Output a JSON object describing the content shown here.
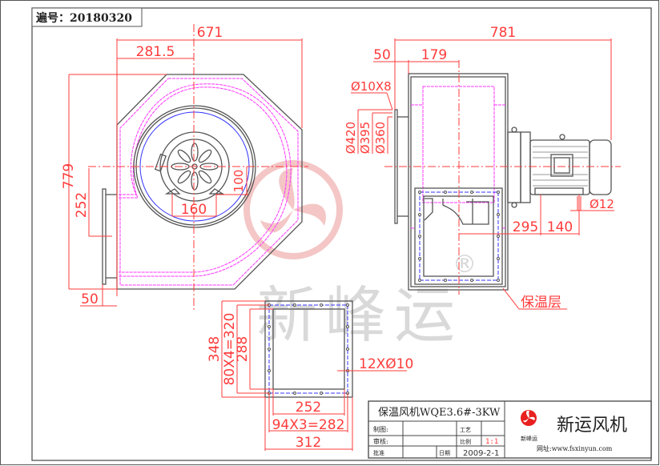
{
  "serial": {
    "label": "遍号：",
    "value": "20180320"
  },
  "colors": {
    "dimension": "#ff3b3b",
    "insulation": "#ff33ff",
    "bolt_circle": "#3333ff",
    "outline": "#555555",
    "watermark": "#f4c6c6"
  },
  "front_view": {
    "overall_width": "671",
    "inlet_offset": "281.5",
    "overall_height": "779",
    "outlet_height": "252",
    "flange_depth": "50",
    "motor_mount_width": "160",
    "motor_mount_height": "100"
  },
  "side_view": {
    "overall_length": "781",
    "flange_depth": "50",
    "inlet_length": "179",
    "bolt_holes": "Ø10X8",
    "dia_outer": "Ø420",
    "dia_bolt": "Ø395",
    "dia_inner": "Ø360",
    "foot_hole": "Ø12",
    "foot_offset": "295",
    "foot_spacing": "140",
    "insulation_label": "保温层"
  },
  "outlet_flange": {
    "outer_height": "348",
    "bolt_pitch_v": "80X4=320",
    "inner_height": "288",
    "inner_width": "252",
    "bolt_pitch_h": "94X3=282",
    "outer_width": "312",
    "holes": "12XØ10"
  },
  "title_block": {
    "title": "保温风机WQE3.6#-3KW",
    "drawn_label": "制图:",
    "checked_label": "审核:",
    "approved_label": "批准",
    "process_label": "工艺",
    "scale_label": "比例",
    "scale_value": "1:1",
    "date_label": "日期",
    "date_value": "2009-2-1",
    "logo_small": "新峰运",
    "company": "新运风机",
    "website": "网址:www.fsxinyun.com"
  },
  "watermark": {
    "text": "新峰运",
    "registered": "®"
  }
}
